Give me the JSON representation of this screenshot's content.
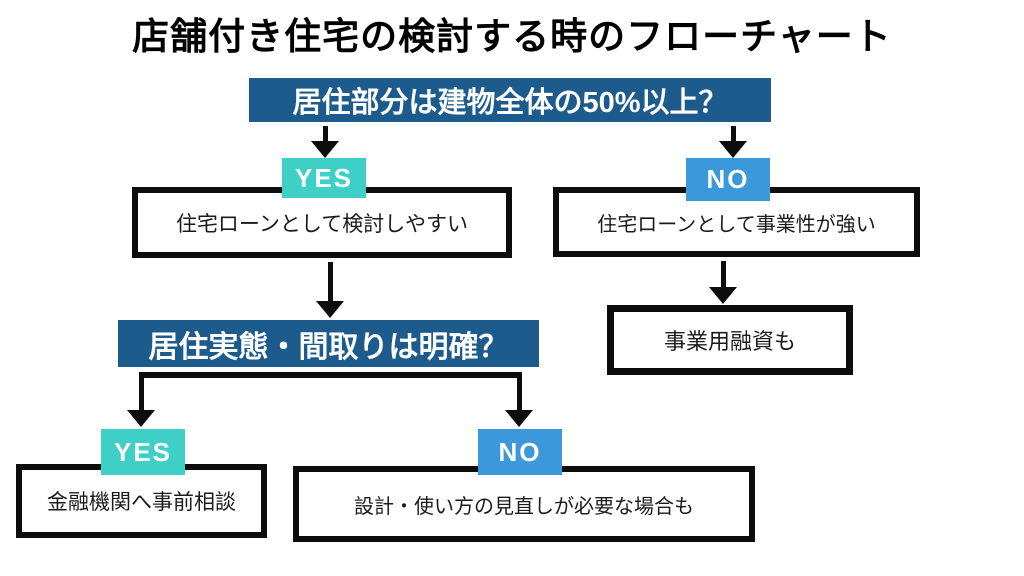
{
  "title": "店舗付き住宅の検討する時のフローチャート",
  "colors": {
    "question_bg": "#1e5b8d",
    "yes_bg": "#3ed0c6",
    "no_bg": "#3b98db",
    "line": "#0d0d0d"
  },
  "flow": {
    "question1": "居住部分は建物全体の50%以上？",
    "yes1": "YES",
    "no1": "NO",
    "result_yes1": "住宅ローンとして検討しやすい",
    "result_no1": "住宅ローンとして事業性が強い",
    "result_no1_next": "事業用融資も",
    "question2": "居住実態・間取りは明確？",
    "yes2": "YES",
    "no2": "NO",
    "result_yes2": "金融機関へ事前相談",
    "result_no2": "設計・使い方の見直しが必要な場合も"
  }
}
